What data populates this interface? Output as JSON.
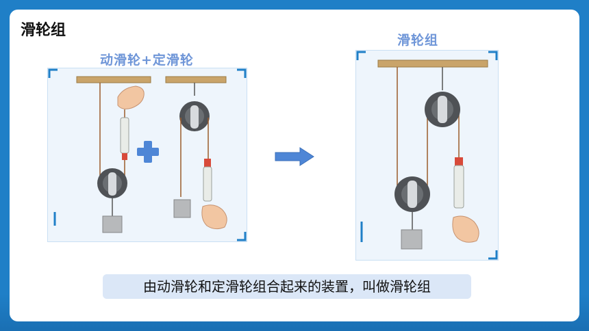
{
  "title": "滑轮组",
  "left_subtitle": "动滑轮+定滑轮",
  "right_subtitle": "滑轮组",
  "caption": "由动滑轮和定滑轮组合起来的装置，叫做滑轮组",
  "colors": {
    "accent_blue": "#1f7fc7",
    "subtitle_blue": "#6f96d8",
    "arrow_blue": "#4e86d6",
    "wood": "#c9a46a",
    "rope": "#9a5b2a"
  },
  "icons": [
    "plus-icon",
    "right-arrow-icon",
    "hand-icon",
    "pulley-icon",
    "weight-icon",
    "spring-scale-icon"
  ]
}
